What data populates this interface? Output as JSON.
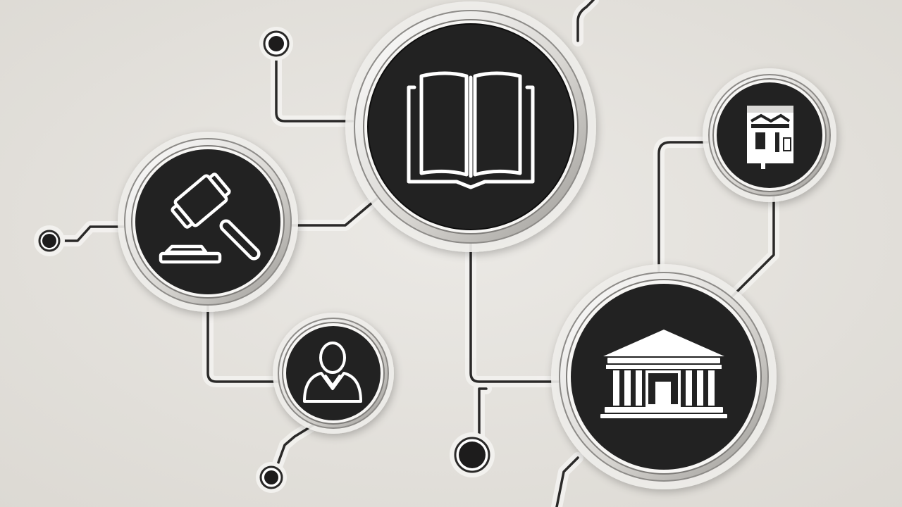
{
  "diagram": {
    "type": "legal-concept-network",
    "colors": {
      "background": "#e4e1dc",
      "node_fill": "#232222",
      "node_ring": "#f6f6f4",
      "node_ring_edge": "#8d8b88",
      "connector": "#2a2928",
      "connector_halo": "#f4f3f1",
      "icon_stroke": "#ffffff"
    },
    "nodes": [
      {
        "id": "law-book",
        "icon": "open-book-icon"
      },
      {
        "id": "justice",
        "icon": "gavel-icon"
      },
      {
        "id": "person",
        "icon": "lawyer-icon"
      },
      {
        "id": "courthouse",
        "icon": "courthouse-icon"
      },
      {
        "id": "document",
        "icon": "legal-document-icon"
      }
    ],
    "edges": [
      {
        "from": "law-book",
        "to": "justice"
      },
      {
        "from": "law-book",
        "to": "courthouse"
      },
      {
        "from": "justice",
        "to": "person"
      },
      {
        "from": "courthouse",
        "to": "document"
      }
    ]
  }
}
